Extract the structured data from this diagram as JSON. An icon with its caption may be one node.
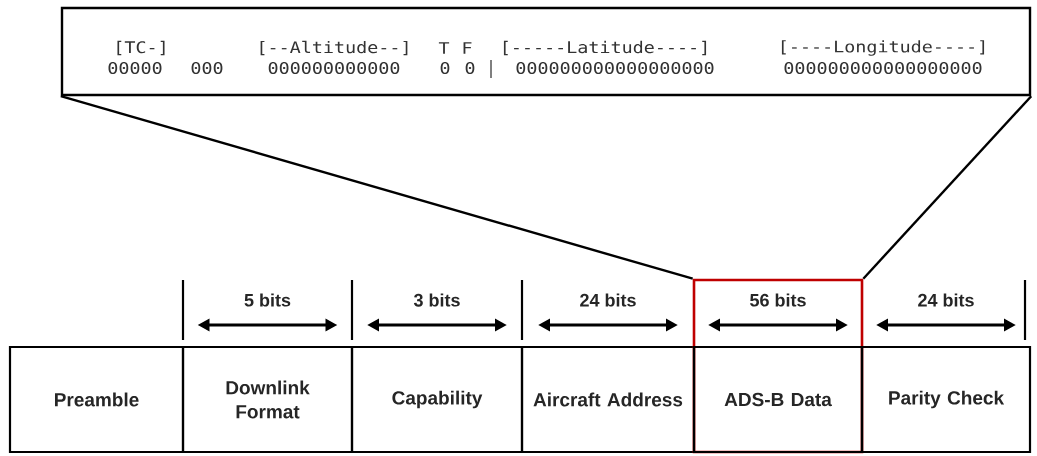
{
  "diagram": {
    "nodes": [
      {
        "text": [
          "[TC-]",
          "[--Altitude--]",
          "T",
          "F",
          "[-----Latitude----]",
          "[----Longitude----]",
          "00000",
          "000",
          "000000000000",
          "0",
          "0",
          "000000000000000000",
          "000000000000000000"
        ]
      },
      {
        "text": [
          "Preamble"
        ]
      },
      {
        "text": [
          "Downlink Format"
        ],
        "beside": [
          "5 bits"
        ]
      },
      {
        "text": [
          "Capability"
        ],
        "beside": [
          "3 bits"
        ]
      },
      {
        "text": [
          "Aircraft Address"
        ],
        "beside": [
          "24 bits"
        ]
      },
      {
        "text": [],
        "shape": "box"
      },
      {
        "text": [
          "ADS-B Data"
        ],
        "beside": [
          "56 bits"
        ],
        "in": 5
      },
      {
        "text": [
          "Parity Check"
        ],
        "beside": [
          "24 bits"
        ]
      }
    ],
    "edges": [
      {
        "from": 5,
        "to": 0,
        "arrow": "none"
      },
      {
        "from": 5,
        "to": 0,
        "arrow": "none"
      }
    ]
  }
}
